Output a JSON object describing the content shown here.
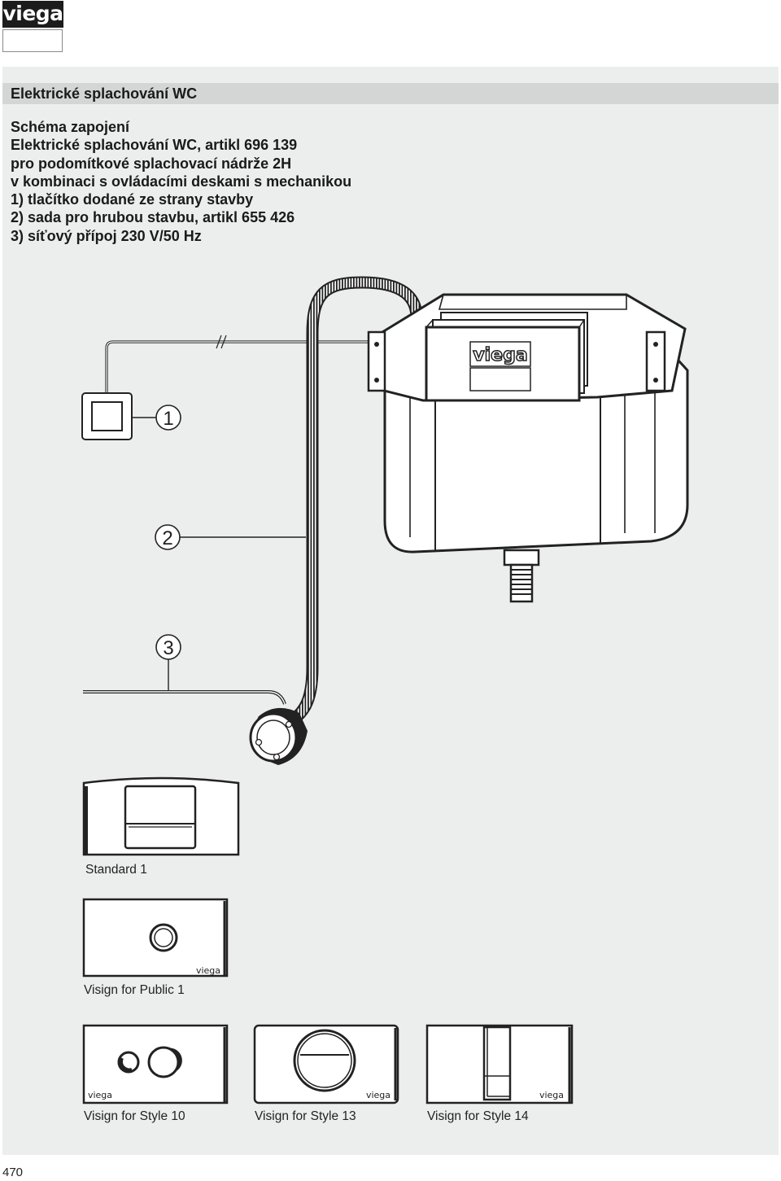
{
  "brand": {
    "logo_text": "viega"
  },
  "section_title": "Elektrické splachování WC",
  "heading_lines": [
    "Schéma zapojení",
    "Elektrické splachování WC, artikl 696 139",
    "pro podomítkové splachovací nádrže 2H",
    "v kombinaci s ovládacími deskami s mechanikou",
    "1) tlačítko dodané ze strany stavby",
    "2) sada pro hrubou stavbu, artikl 655 426",
    "3) síťový přípoj 230 V/50 Hz"
  ],
  "diagram": {
    "callouts": [
      "1",
      "2",
      "3"
    ],
    "cistern_logo": "viega"
  },
  "plates": [
    {
      "label": "Standard 1",
      "brand_mark": ""
    },
    {
      "label": "Visign for Public 1",
      "brand_mark": "viega"
    },
    {
      "label": "Visign for Style 10",
      "brand_mark": "viega"
    },
    {
      "label": "Visign for Style 13",
      "brand_mark": "viega"
    },
    {
      "label": "Visign for Style 14",
      "brand_mark": "viega"
    }
  ],
  "page_number": "470"
}
